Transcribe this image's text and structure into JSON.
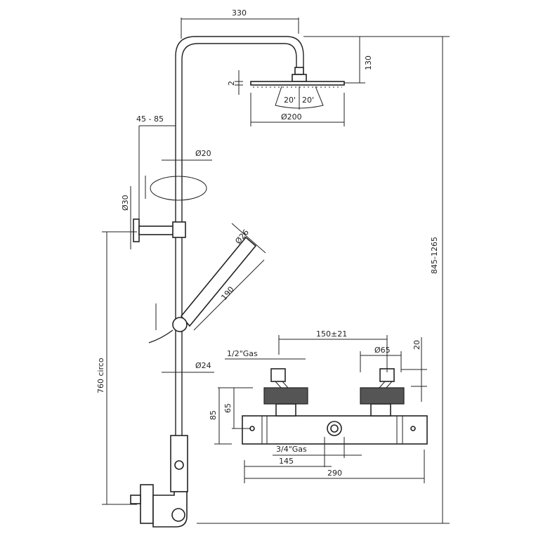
{
  "title": "Shower column technical drawing",
  "dimensions": {
    "arm_length": "330",
    "arm_height": "130",
    "head_thickness": "2",
    "spray_angle_left": "20'",
    "spray_angle_right": "20'",
    "head_diameter": "Ø200",
    "wall_distance": "45 - 85",
    "pipe_upper_diameter": "Ø20",
    "bracket_diameter": "Ø30",
    "hand_shower_diameter": "Ø26",
    "hand_shower_length": "190",
    "total_height": "845-1265",
    "mount_height": "760 circo",
    "pipe_lower_diameter": "Ø24",
    "inlet_spacing": "150±21",
    "inlet_thread": "1/2\"Gas",
    "escutcheon_diameter": "Ø65",
    "escutcheon_depth": "20",
    "valve_height": "85",
    "inlet_height": "65",
    "outlet_thread": "3/4\"Gas",
    "outlet_offset": "145",
    "valve_width": "290"
  }
}
